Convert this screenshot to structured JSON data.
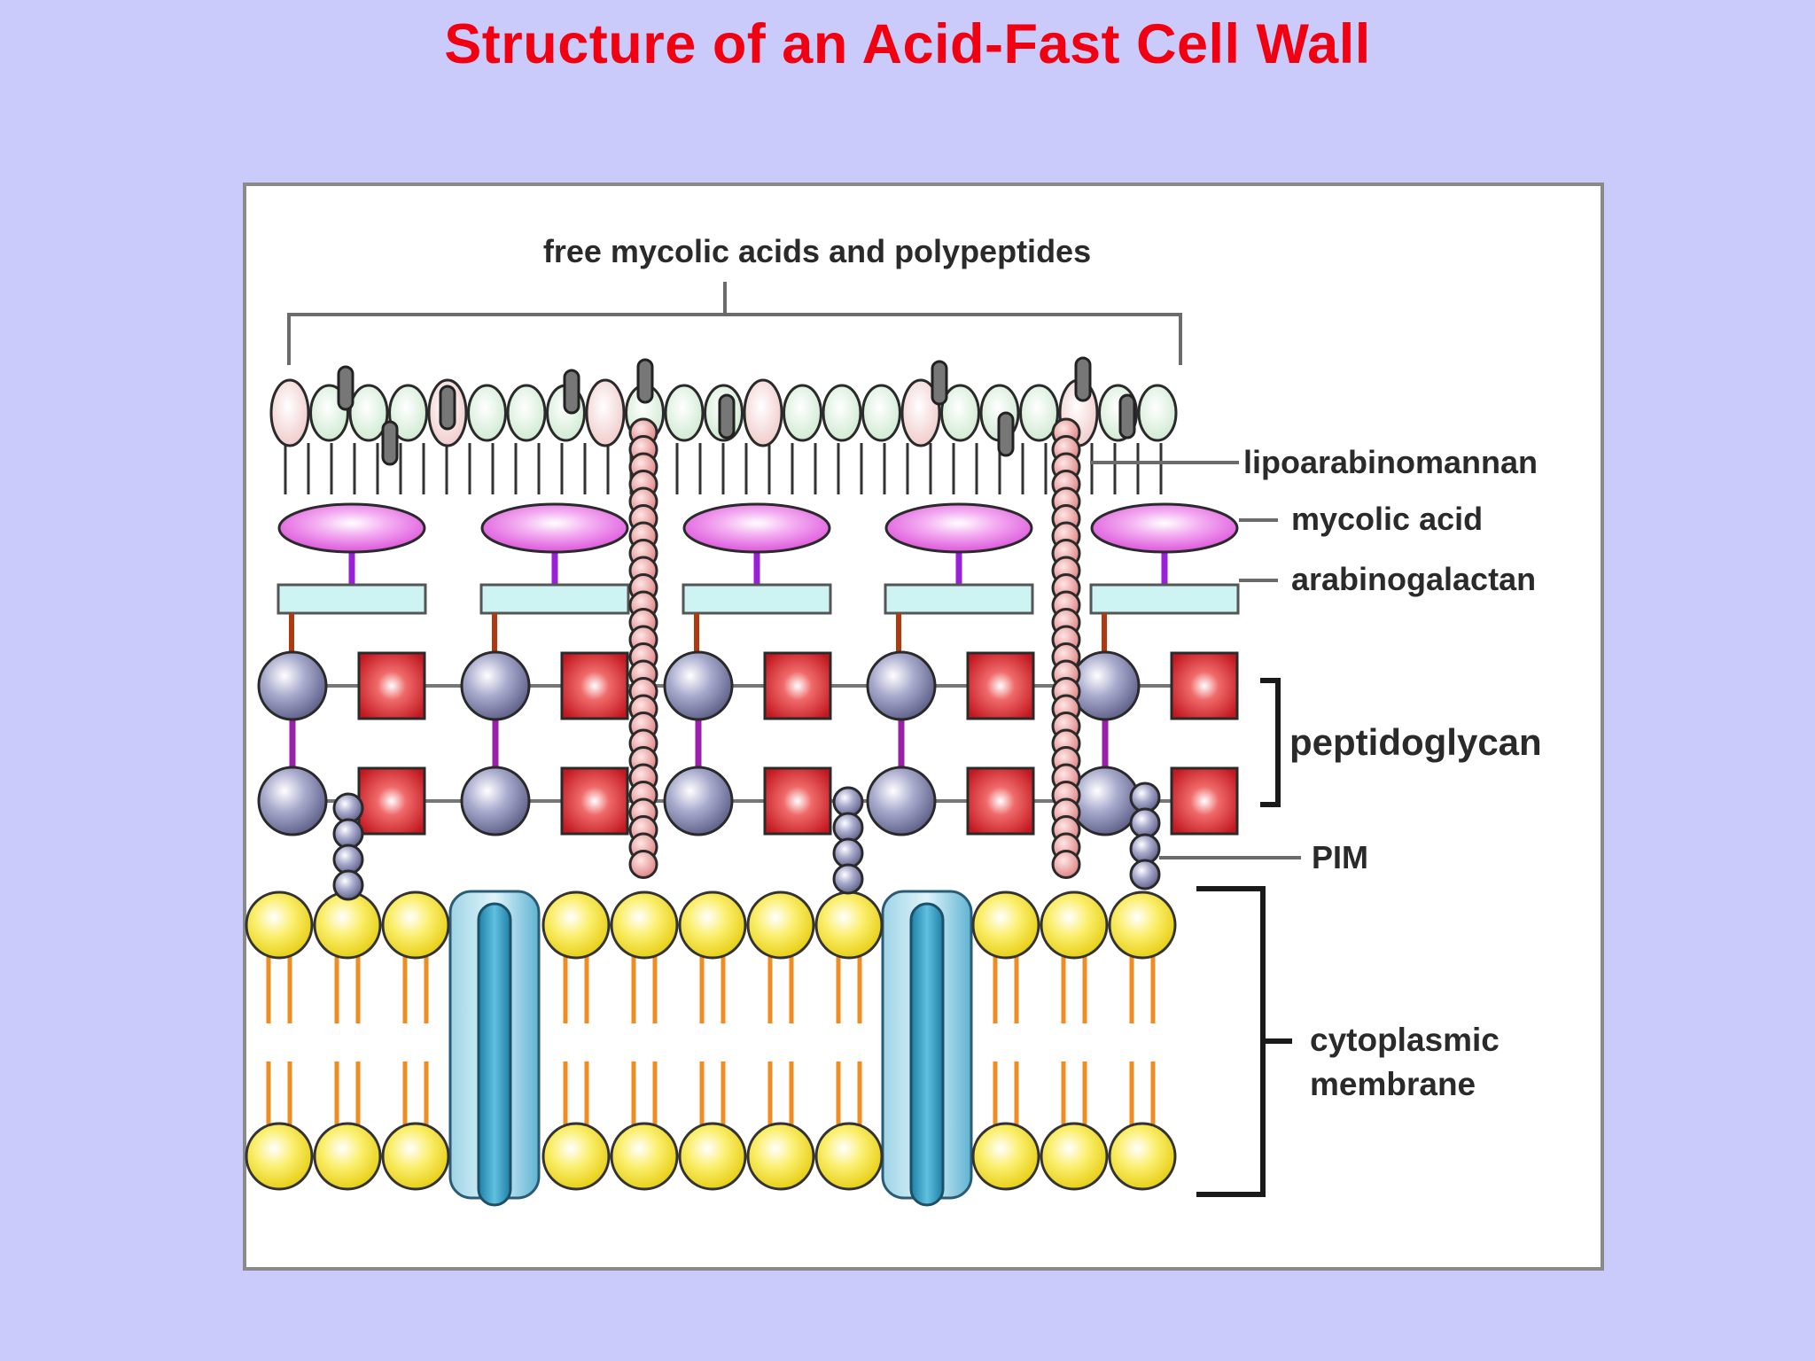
{
  "title": "Structure of an Acid-Fast Cell Wall",
  "labels": {
    "free_mycolic": "free mycolic acids and polypeptides",
    "lipoarabinomannan": "lipoarabinomannan",
    "mycolic_acid": "mycolic acid",
    "arabinogalactan": "arabinogalactan",
    "peptidoglycan": "peptidoglycan",
    "pim": "PIM",
    "cytoplasmic_line1": "cytoplasmic",
    "cytoplasmic_line2": "membrane"
  },
  "colors": {
    "background": "#cbcbfb",
    "title": "#f00010",
    "mycolic_acid": "#e77be6",
    "arabinogalactan": "#cdf3f3",
    "peptidoglycan_square": "#d8202a",
    "peptidoglycan_sphere": "#7e80a8",
    "lipoarabinomannan_bead": "#e88e8e",
    "phospholipid_head": "#f4e020",
    "lipid_tail": "#ef8c22",
    "membrane_protein": "#3a9fc4"
  }
}
